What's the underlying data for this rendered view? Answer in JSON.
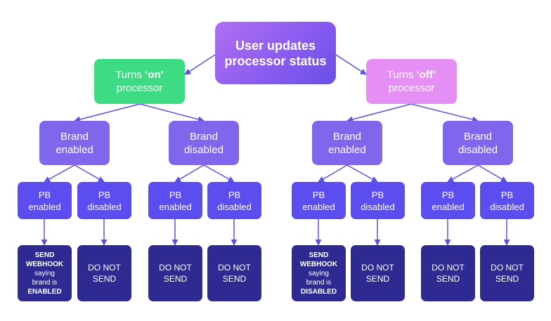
{
  "root": {
    "line1": "User updates",
    "line2": "processor status"
  },
  "on": {
    "pre": "Turns ",
    "key": "‘on’",
    "line2": "processor"
  },
  "off": {
    "pre": "Turns ",
    "key": "‘off’",
    "line2": "processor"
  },
  "brand": {
    "enabled": [
      "Brand",
      "enabled"
    ],
    "disabled": [
      "Brand",
      "disabled"
    ]
  },
  "pb": {
    "enabled": [
      "PB",
      "enabled"
    ],
    "disabled": [
      "PB",
      "disabled"
    ]
  },
  "leaf_send_enabled": {
    "l1": "SEND",
    "l2": "WEBHOOK",
    "l3": "saying",
    "l4": "brand is",
    "l5": "ENABLED"
  },
  "leaf_send_disabled": {
    "l1": "SEND",
    "l2": "WEBHOOK",
    "l3": "saying",
    "l4": "brand is",
    "l5": "DISABLED"
  },
  "leaf_do_not_send": {
    "l1": "DO NOT",
    "l2": "SEND"
  },
  "colors": {
    "edge": "#5b50e6",
    "root": "#8a5cf0",
    "on": "#3ddc84",
    "off": "#e58ff5",
    "brand": "#7f66ec",
    "pb": "#5c4df0",
    "leaf": "#2e2a91"
  }
}
